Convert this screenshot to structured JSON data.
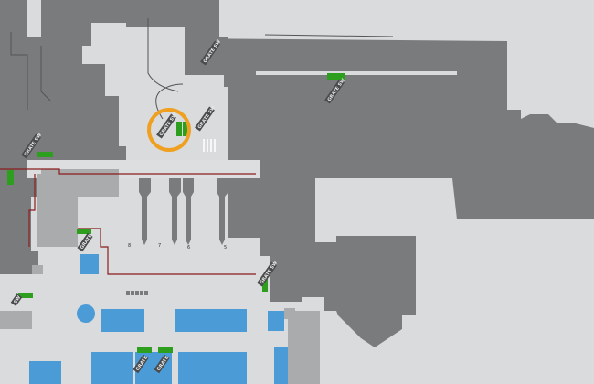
{
  "map": {
    "colors": {
      "background": "#d9dbdd",
      "building": "#7a7b7d",
      "building_light": "#a9abad",
      "room_blue": "#4a9bd6",
      "marker_green": "#2e9e1f",
      "highlight_orange": "#f0a020",
      "boundary_red": "#8a1e1e"
    },
    "tags": [
      {
        "id": "tag-1",
        "text": "GRATE SW"
      },
      {
        "id": "tag-2",
        "text": "GRATE SW"
      },
      {
        "id": "tag-3",
        "text": "GRATE SW"
      },
      {
        "id": "tag-4",
        "text": "GRATE SW"
      },
      {
        "id": "tag-5",
        "text": "GRATE SW"
      },
      {
        "id": "tag-6",
        "text": "GRATE"
      },
      {
        "id": "tag-7",
        "text": "GRATE SW"
      },
      {
        "id": "tag-8",
        "text": "SW"
      },
      {
        "id": "tag-9",
        "text": "GRATE"
      },
      {
        "id": "tag-10",
        "text": "GRATE"
      }
    ],
    "gate_numbers": [
      "8",
      "7",
      "6",
      "5"
    ],
    "highlight": "selected marker"
  }
}
